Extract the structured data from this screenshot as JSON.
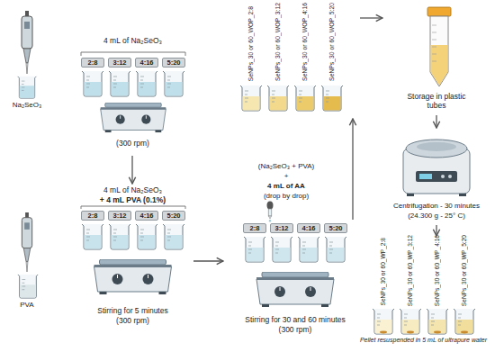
{
  "diagram": {
    "nodes": [
      {
        "text": [
          "4 mL of Na₂SeO₃",
          "(300 rpm)"
        ]
      },
      {
        "text": [
          "2:8"
        ],
        "in": 0
      },
      {
        "text": [
          "3:12"
        ],
        "in": 0
      },
      {
        "text": [
          "4:16"
        ],
        "in": 0
      },
      {
        "text": [
          "5:20"
        ],
        "in": 0
      },
      {
        "text": [
          "4 mL of Na₂SeO₃",
          "+ 4 mL PVA (0.1%)",
          "Stirring for 5 minutes",
          "(300 rpm)"
        ]
      },
      {
        "text": [
          "2:8"
        ],
        "in": 5
      },
      {
        "text": [
          "3:12"
        ],
        "in": 5
      },
      {
        "text": [
          "4:16"
        ],
        "in": 5
      },
      {
        "text": [
          "5:20"
        ],
        "in": 5
      },
      {
        "text": [
          "Stirring for 30 and 60 minutes",
          "(300 rpm)"
        ]
      },
      {
        "text": [
          "2:8"
        ],
        "in": 10
      },
      {
        "text": [
          "3:12"
        ],
        "in": 10
      },
      {
        "text": [
          "4:16"
        ],
        "in": 10
      },
      {
        "text": [
          "5:20"
        ],
        "in": 10
      },
      {
        "text": []
      },
      {
        "text": [
          "SeNPs_30 or 60_WOP_2:8"
        ],
        "in": 15
      },
      {
        "text": [
          "SeNPs_30 or 60_WOP_3:12"
        ],
        "in": 15
      },
      {
        "text": [
          "SeNPs_30 or 60_WOP_4:16"
        ],
        "in": 15
      },
      {
        "text": [
          "SeNPs_30 or 60_WOP_5:20"
        ],
        "in": 15
      },
      {
        "text": [
          "Storage in plastic tubes"
        ]
      },
      {
        "text": [
          "Centrifugation - 30 minutes",
          "(24.300 g - 25° C)"
        ]
      },
      {
        "text": [
          "Pellet resuspended in 5 mL of ultrapure water"
        ]
      },
      {
        "text": [
          "SeNPs_30 or 60_WP_2:8"
        ],
        "in": 22
      },
      {
        "text": [
          "SeNPs_30 or 60_WP_3:12"
        ],
        "in": 22
      },
      {
        "text": [
          "SeNPs_30 or 60_WP_4:16"
        ],
        "in": 22
      },
      {
        "text": [
          "SeNPs_30 or 60_WP_5:20"
        ],
        "in": 22
      }
    ],
    "edges": [
      {
        "from": 0,
        "to": 5,
        "arrow": "to"
      },
      {
        "from": 5,
        "to": 10,
        "arrow": "to"
      },
      {
        "from": 10,
        "to": 15,
        "arrow": "to"
      },
      {
        "from": 15,
        "to": 20,
        "arrow": "to"
      },
      {
        "from": 20,
        "to": 21,
        "arrow": "to"
      },
      {
        "from": 21,
        "to": 22,
        "arrow": "to"
      }
    ],
    "labels": [
      "Na₂SeO₃",
      "PVA",
      "(Na₂SeO₃ + PVA)",
      "+",
      "4 mL of AA",
      "(drop by drop)"
    ]
  }
}
